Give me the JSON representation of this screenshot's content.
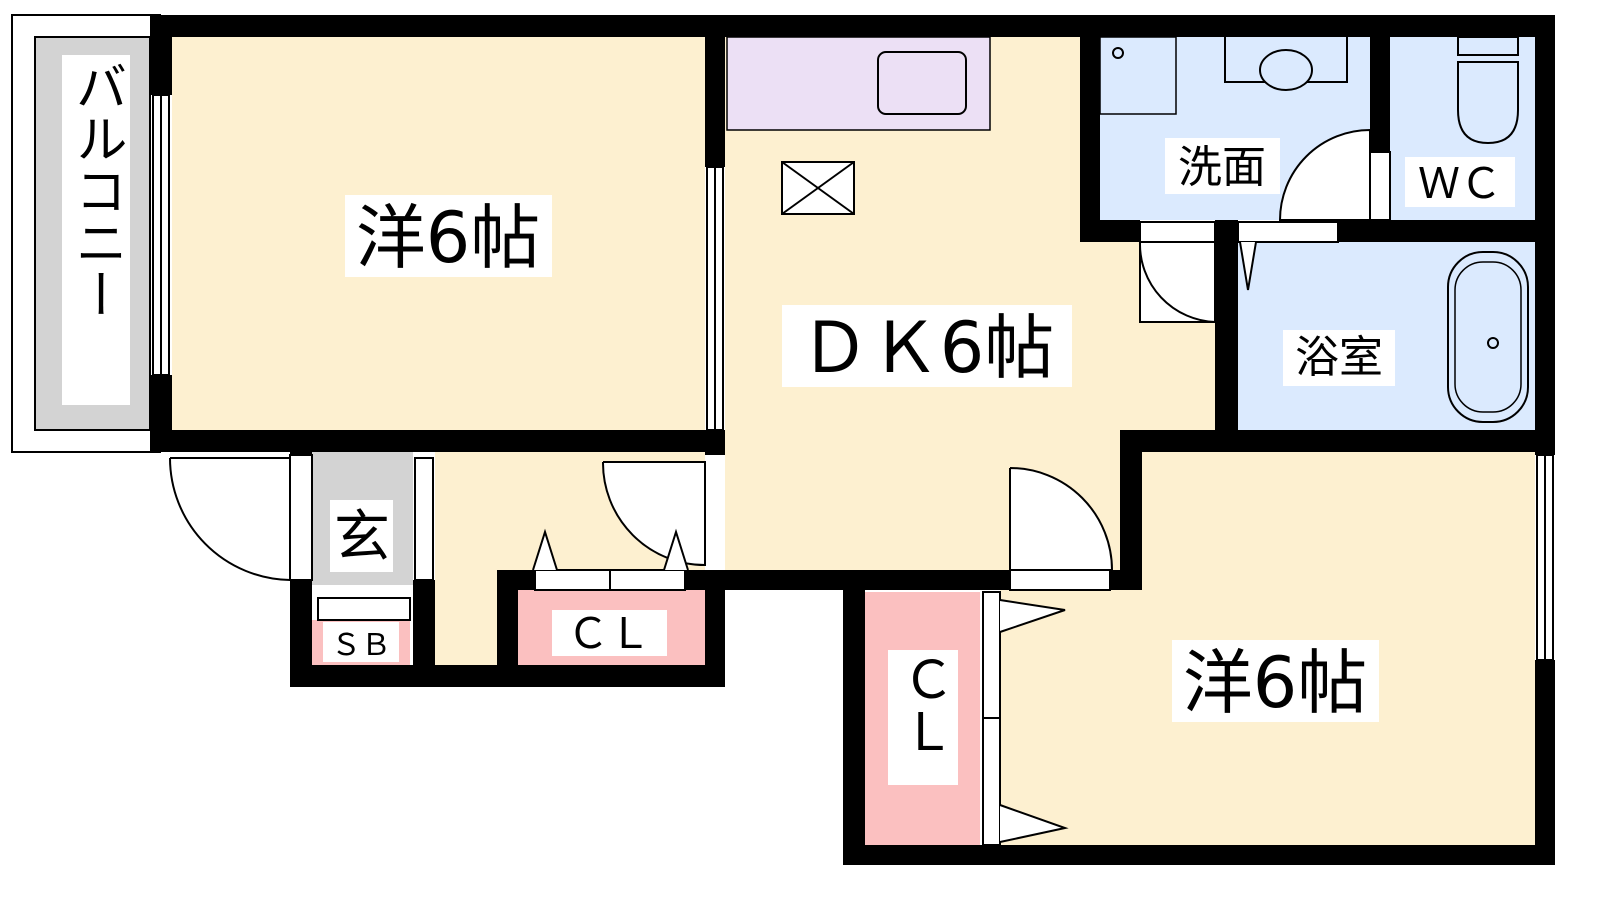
{
  "rooms": {
    "balcony": "バルコニー",
    "western_room_1": "洋6帖",
    "dining_kitchen": "ＤＫ6帖",
    "washroom": "洗面",
    "toilet": "ＷＣ",
    "bathroom": "浴室",
    "entrance": "玄",
    "shoe_box": "ＳＢ",
    "closet_1": "ＣＬ",
    "closet_2": "ＣＬ",
    "western_room_2": "洋6帖"
  },
  "colors": {
    "wall": "#000000",
    "living": "#fdf0d0",
    "wet": "#dbeafe",
    "storage": "#fbc0c0",
    "entrance": "#d3d3d3",
    "kitchen": "#ece0f5"
  }
}
